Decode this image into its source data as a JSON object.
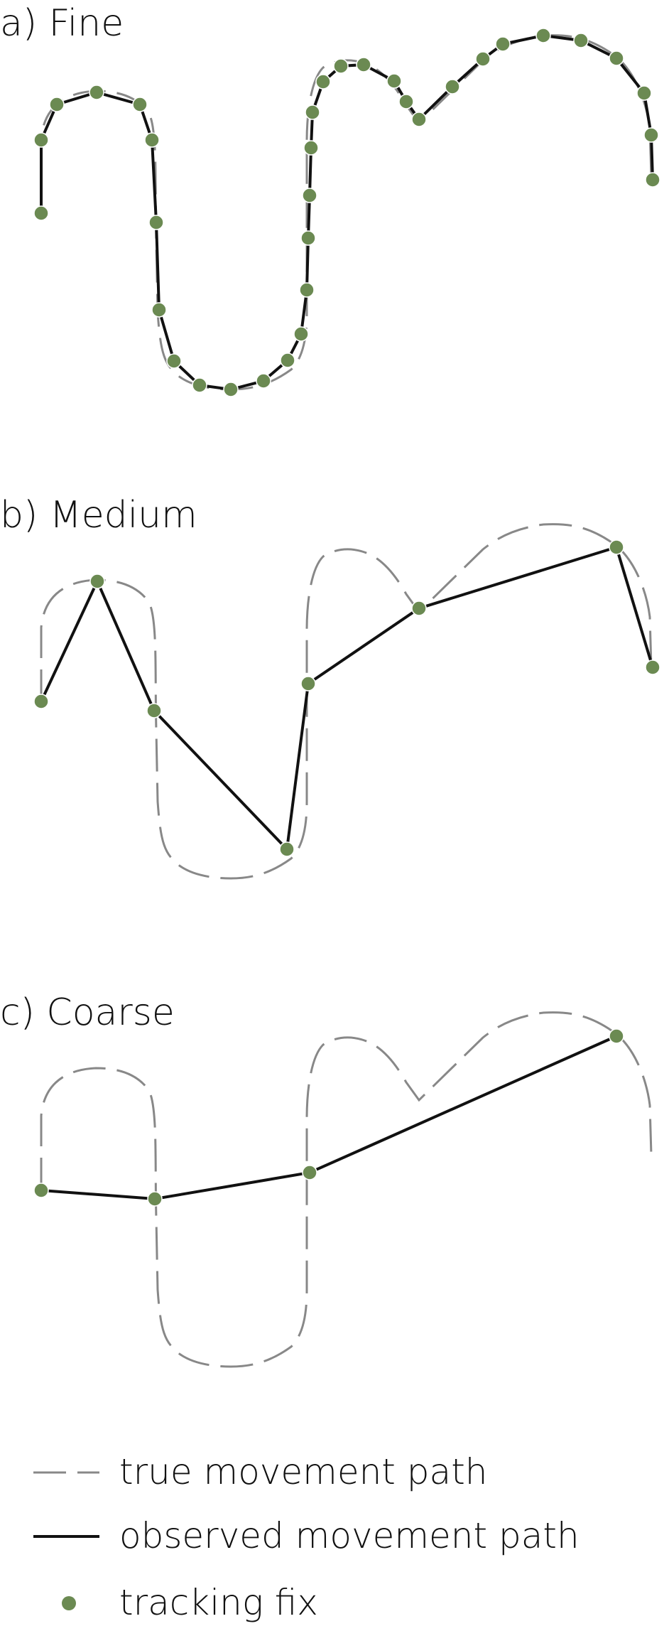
{
  "panels": [
    {
      "id": "fine",
      "title": "a) Fine"
    },
    {
      "id": "medium",
      "title": "b) Medium"
    },
    {
      "id": "coarse",
      "title": "c) Coarse"
    }
  ],
  "legend": {
    "true_path": "true movement path",
    "observed_path": "observed movement path",
    "fix": "tracking fix"
  },
  "colors": {
    "fix": "#6b8a52",
    "true_path": "#888888",
    "observed_path": "#111111"
  }
}
